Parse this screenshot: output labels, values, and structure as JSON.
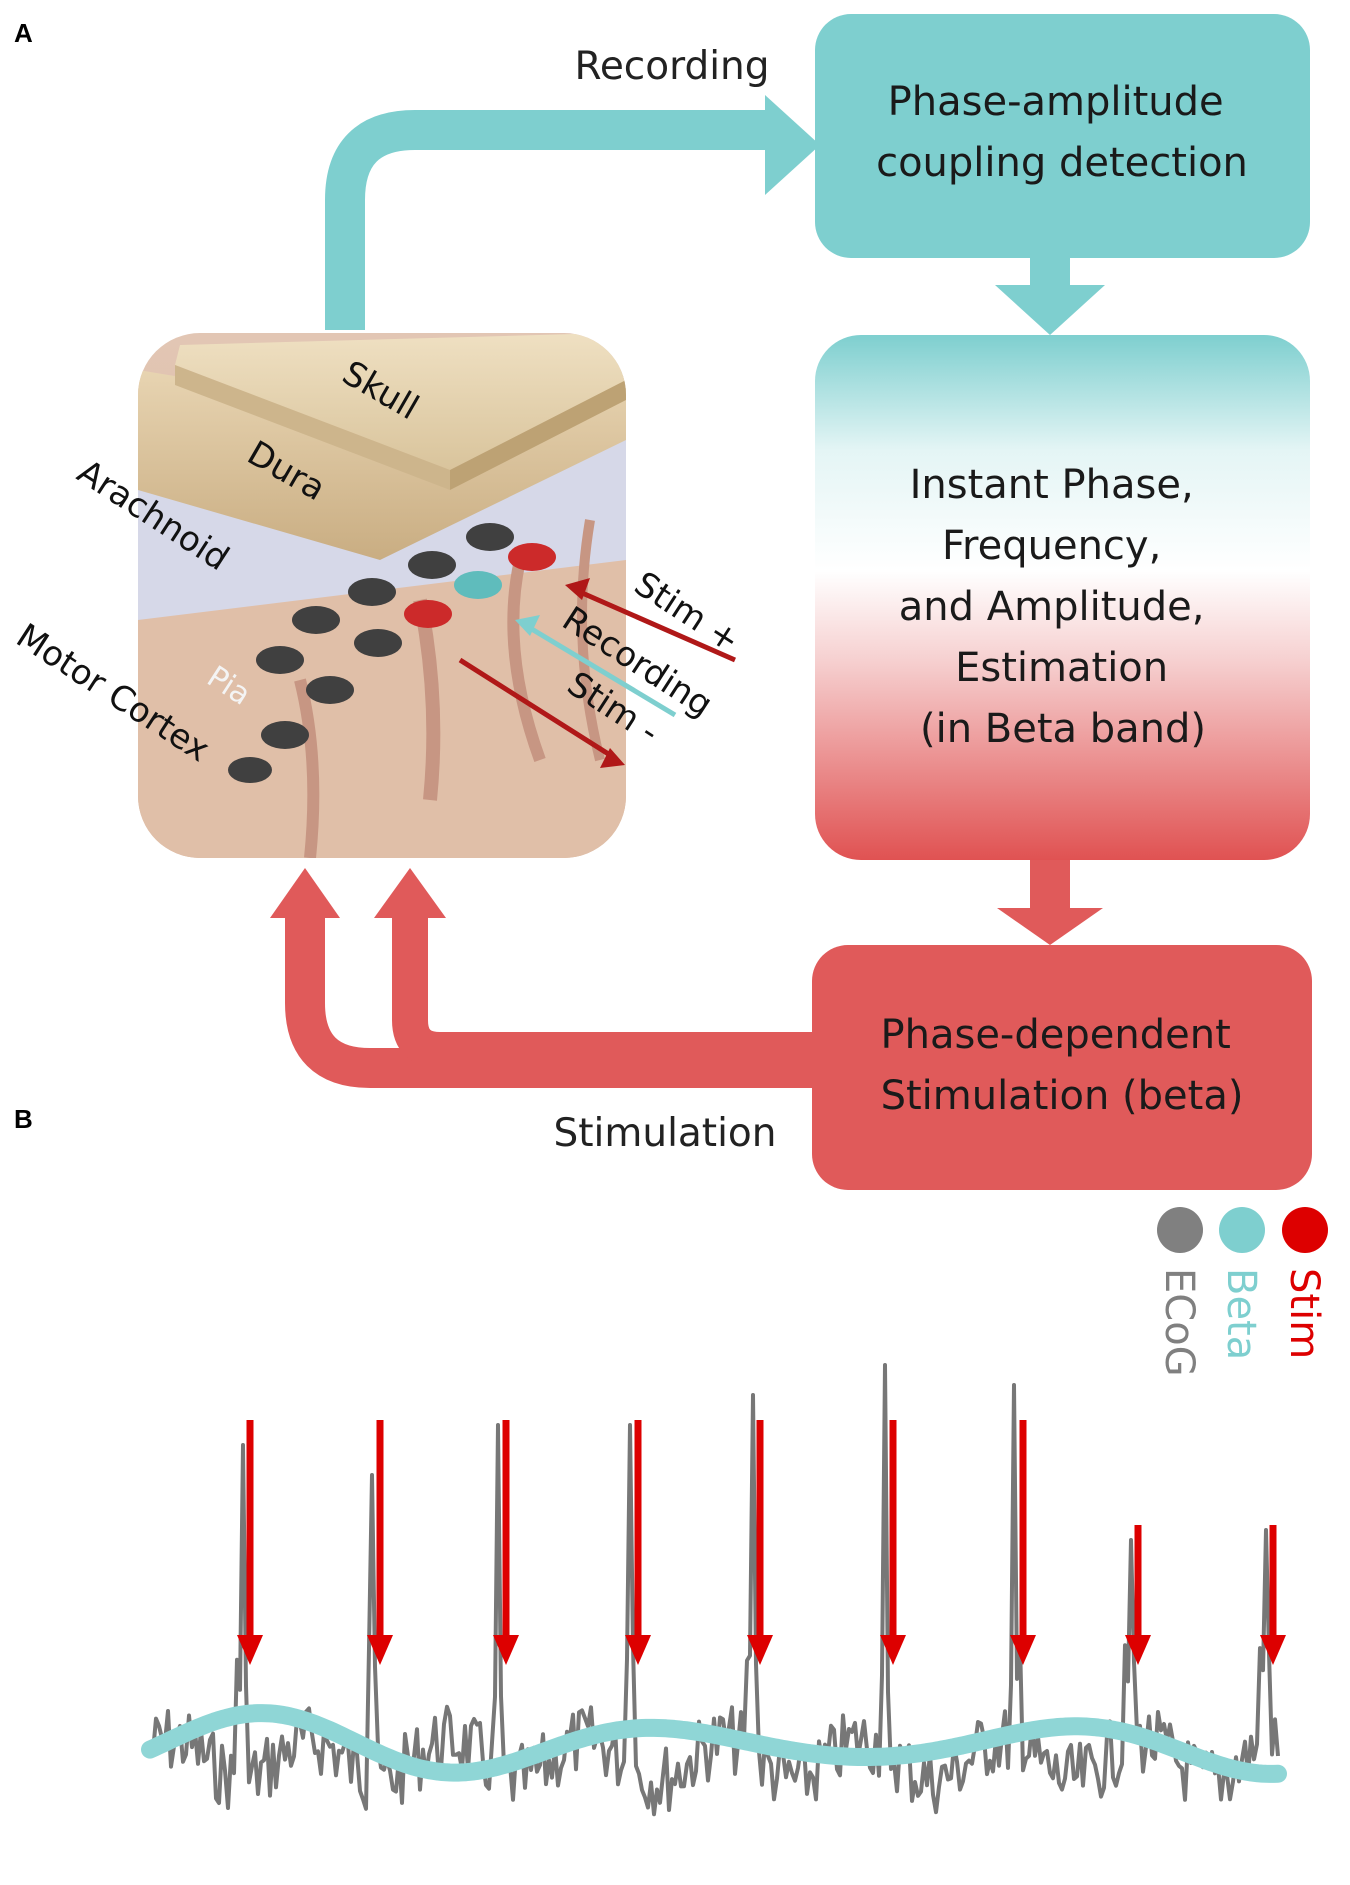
{
  "panels": {
    "a_label": "A",
    "b_label": "B"
  },
  "flow": {
    "recording_label": "Recording",
    "stimulation_label": "Stimulation",
    "box_pac": {
      "lines": [
        "Phase-amplitude",
        "coupling detection"
      ]
    },
    "box_estimation": {
      "lines": [
        "Instant Phase,",
        "Frequency,",
        "and Amplitude,",
        "Estimation",
        "(in Beta band)"
      ]
    },
    "box_stimulation": {
      "lines": [
        "Phase-dependent",
        "Stimulation (beta)"
      ]
    }
  },
  "anatomy": {
    "layers": [
      "Skull",
      "Dura",
      "Arachnoid",
      "Pia",
      "Motor Cortex"
    ],
    "electrode_labels": [
      "Stim +",
      "Recording",
      "Stim -"
    ]
  },
  "legend": {
    "items": [
      {
        "name": "ECoG",
        "color": "#808080"
      },
      {
        "name": "Beta",
        "color": "#7ecfcf"
      },
      {
        "name": "Stim",
        "color": "#cc0000"
      }
    ]
  },
  "colors": {
    "teal": "#7ecfcf",
    "red": "#e05a5a",
    "dark_red": "#b01818",
    "stim_arrow": "#dd0000",
    "ecog_gray": "#777777"
  },
  "signal": {
    "stim_times": [
      1,
      2,
      3,
      4,
      5,
      6,
      7,
      8,
      9
    ]
  }
}
